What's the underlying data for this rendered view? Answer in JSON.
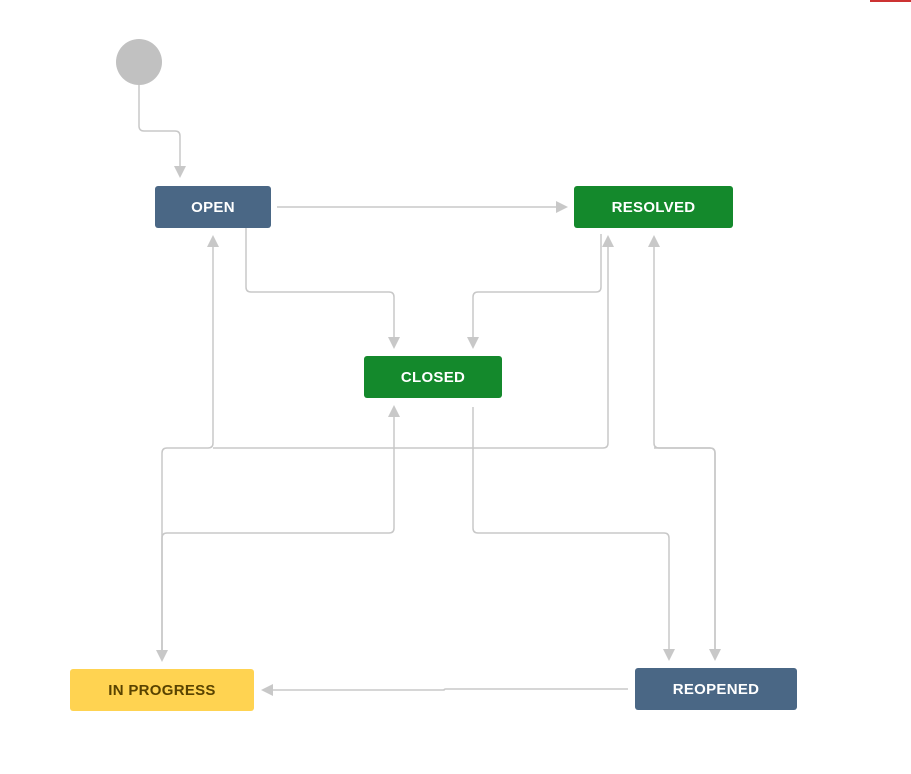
{
  "workflow": {
    "start": {
      "color": "#c1c1c1"
    },
    "connector_color": "#c8c8c8",
    "statuses": [
      {
        "id": "open",
        "label": "OPEN",
        "bg": "#4a6785",
        "fg": "#ffffff"
      },
      {
        "id": "resolved",
        "label": "RESOLVED",
        "bg": "#14892c",
        "fg": "#ffffff"
      },
      {
        "id": "closed",
        "label": "CLOSED",
        "bg": "#14892c",
        "fg": "#ffffff"
      },
      {
        "id": "in_progress",
        "label": "IN PROGRESS",
        "bg": "#ffd351",
        "fg": "#594300"
      },
      {
        "id": "reopened",
        "label": "REOPENED",
        "bg": "#4a6785",
        "fg": "#ffffff"
      }
    ],
    "transitions": [
      {
        "from": "start",
        "to": "OPEN"
      },
      {
        "from": "OPEN",
        "to": "RESOLVED"
      },
      {
        "from": "OPEN",
        "to": "CLOSED"
      },
      {
        "from": "RESOLVED",
        "to": "CLOSED"
      },
      {
        "from": "IN PROGRESS",
        "to": "OPEN"
      },
      {
        "from": "IN PROGRESS",
        "to": "RESOLVED"
      },
      {
        "from": "IN PROGRESS",
        "to": "CLOSED"
      },
      {
        "from": "CLOSED",
        "to": "REOPENED"
      },
      {
        "from": "REOPENED",
        "to": "RESOLVED"
      },
      {
        "from": "RESOLVED",
        "to": "REOPENED"
      },
      {
        "from": "REOPENED",
        "to": "IN PROGRESS"
      }
    ]
  },
  "accent_mark_color": "#cc3333"
}
